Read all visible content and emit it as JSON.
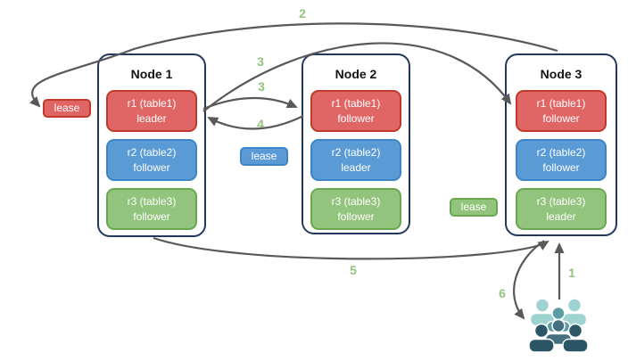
{
  "diagram": {
    "nodes": [
      {
        "title": "Node 1",
        "replicas": [
          {
            "name": "r1 (table1)",
            "role": "leader",
            "color": "red"
          },
          {
            "name": "r2 (table2)",
            "role": "follower",
            "color": "blue"
          },
          {
            "name": "r3 (table3)",
            "role": "follower",
            "color": "green"
          }
        ]
      },
      {
        "title": "Node 2",
        "replicas": [
          {
            "name": "r1 (table1)",
            "role": "follower",
            "color": "red"
          },
          {
            "name": "r2 (table2)",
            "role": "leader",
            "color": "blue"
          },
          {
            "name": "r3 (table3)",
            "role": "follower",
            "color": "green"
          }
        ]
      },
      {
        "title": "Node 3",
        "replicas": [
          {
            "name": "r1 (table1)",
            "role": "follower",
            "color": "red"
          },
          {
            "name": "r2 (table2)",
            "role": "follower",
            "color": "blue"
          },
          {
            "name": "r3 (table3)",
            "role": "leader",
            "color": "green"
          }
        ]
      }
    ],
    "leases": [
      {
        "label": "lease",
        "color": "red"
      },
      {
        "label": "lease",
        "color": "blue"
      },
      {
        "label": "lease",
        "color": "green"
      }
    ],
    "steps": {
      "s1": "1",
      "s2": "2",
      "s3a": "3",
      "s3b": "3",
      "s4": "4",
      "s5": "5",
      "s6": "6"
    },
    "icons": {
      "users_icon": "users-group"
    },
    "colors": {
      "red_fill": "#e06666",
      "red_border": "#c0392b",
      "blue_fill": "#5b9bd5",
      "blue_border": "#3d85c6",
      "green_fill": "#93c47d",
      "green_border": "#6aa84f",
      "node_border": "#22395c",
      "arrow": "#595959",
      "step_number": "#93c47d",
      "users_light": "#9ed3d1",
      "users_medium": "#5b9da3",
      "users_slate": "#44707f",
      "users_dark": "#2b5666"
    }
  }
}
